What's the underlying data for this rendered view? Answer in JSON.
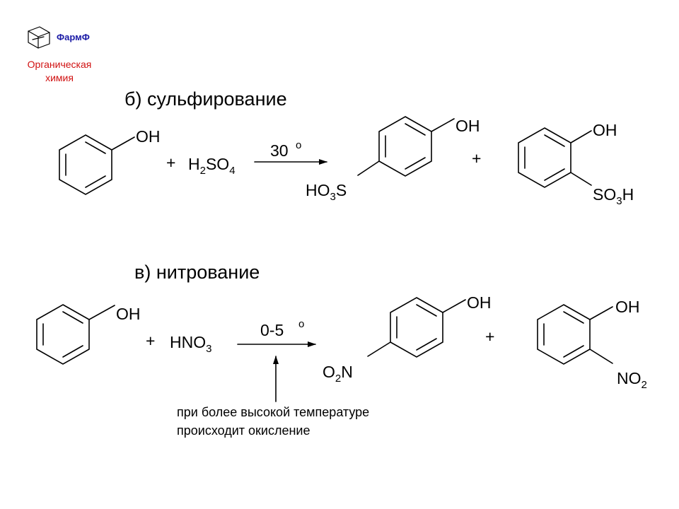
{
  "brand": {
    "name": "ФармФ",
    "subtitle_line1": "Органическая",
    "subtitle_line2": "химия",
    "accent_color": "#1a1aa6",
    "subtitle_color": "#d01010",
    "logo_icon": "adamantane-logo-icon"
  },
  "sulfonation": {
    "heading": "б) сульфирование",
    "reactant_group": "OH",
    "plus1": "+",
    "reagent": {
      "a": "H",
      "b": "2",
      "c": "SO",
      "d": "4"
    },
    "condition": "30",
    "degree": "o",
    "product1": {
      "oh": "OH",
      "left_a": "HO",
      "left_b": "3",
      "left_c": "S"
    },
    "plus2": "+",
    "product2": {
      "oh": "OH",
      "sub_a": "SO",
      "sub_b": "3",
      "sub_c": "H"
    }
  },
  "nitration": {
    "heading": "в) нитрование",
    "reactant_group": "OH",
    "plus1": "+",
    "reagent": {
      "a": "HNO",
      "b": "3"
    },
    "condition": "0-5",
    "degree": "o",
    "product1": {
      "oh": "OH",
      "left_a": "O",
      "left_b": "2",
      "left_c": "N"
    },
    "plus2": "+",
    "product2": {
      "oh": "OH",
      "sub_a": "NO",
      "sub_b": "2"
    },
    "note_line1": "при более высокой температуре",
    "note_line2": "происходит окисление"
  }
}
